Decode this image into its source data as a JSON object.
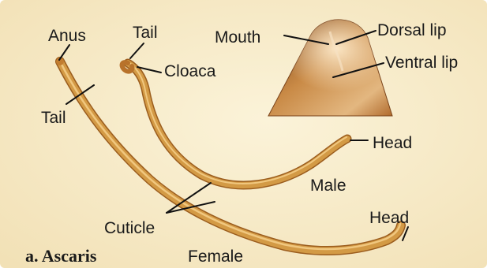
{
  "figure": {
    "caption": "a. Ascaris",
    "colors": {
      "background": "#f7eccb",
      "worm_body": "#c8862e",
      "worm_highlight": "#e4b361",
      "head_cap": "#9a5a24",
      "leader_line": "#111111"
    }
  },
  "labels": {
    "anus": "Anus",
    "tail_female": "Tail",
    "tail_male": "Tail",
    "cloaca": "Cloaca",
    "mouth": "Mouth",
    "dorsal_lip": "Dorsal lip",
    "ventral_lip": "Ventral lip",
    "head_male": "Head",
    "male": "Male",
    "cuticle": "Cuticle",
    "head_female": "Head",
    "female": "Female"
  }
}
